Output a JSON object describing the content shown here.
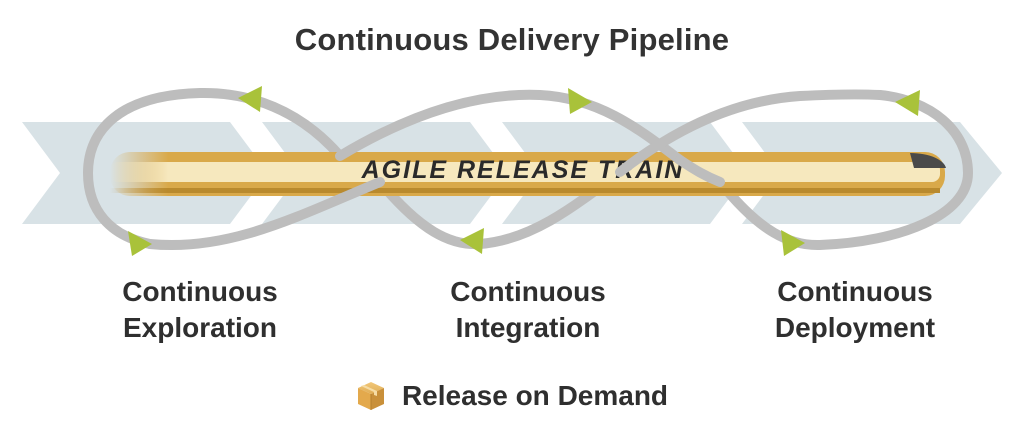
{
  "title": "Continuous Delivery Pipeline",
  "train_label": "AGILE RELEASE TRAIN",
  "stages": [
    {
      "line1": "Continuous",
      "line2": "Exploration"
    },
    {
      "line1": "Continuous",
      "line2": "Integration"
    },
    {
      "line1": "Continuous",
      "line2": "Deployment"
    }
  ],
  "footer": {
    "text": "Release on Demand",
    "icon": "package-box-icon"
  },
  "colors": {
    "chevron": "#d8e2e6",
    "loop": "#bdbdbd",
    "arrowhead": "#a9c23a",
    "train_gold": "#d9a94a",
    "train_light": "#f6e8be",
    "box": "#e0ad55"
  }
}
